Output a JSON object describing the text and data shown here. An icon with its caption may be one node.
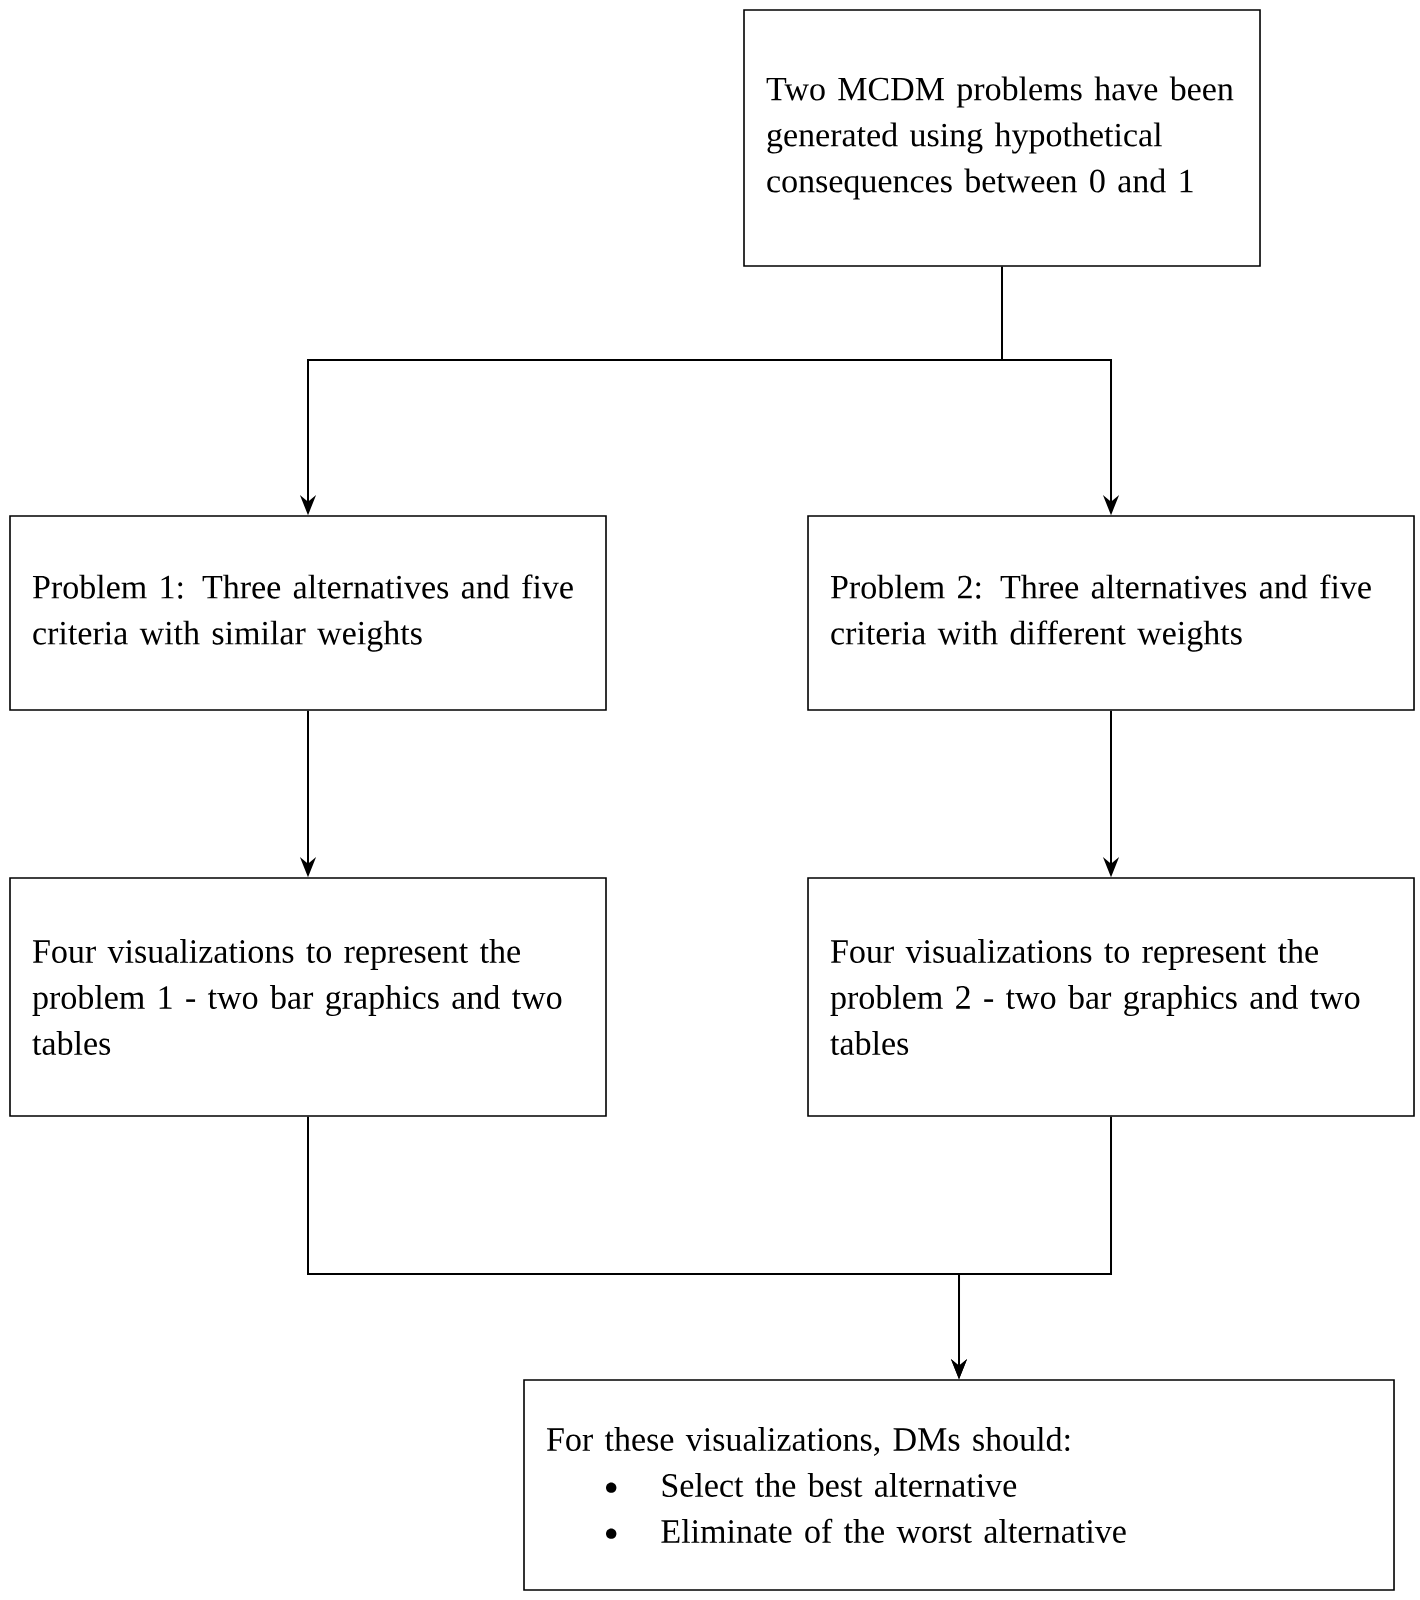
{
  "diagram": {
    "nodes": [
      {
        "text": [
          "Two MCDM problems have been generated using hypothetical consequences between 0 and 1"
        ]
      },
      {
        "text": [
          "Problem 1: Three alternatives and five criteria with similar weights"
        ]
      },
      {
        "text": [
          "Problem 2: Three alternatives and five criteria with different weights"
        ]
      },
      {
        "text": [
          "Four visualizations to represent the problem 1 - two bar graphics and two tables"
        ]
      },
      {
        "text": [
          "Four visualizations to represent the problem 2 - two bar graphics and two tables"
        ]
      },
      {
        "text": [
          "For these visualizations, DMs should:",
          "Select the best alternative",
          "Eliminate of the worst alternative"
        ]
      }
    ],
    "edges": [
      {
        "from": 0,
        "to": 1,
        "arrow": "to"
      },
      {
        "from": 0,
        "to": 2,
        "arrow": "to"
      },
      {
        "from": 1,
        "to": 3,
        "arrow": "to"
      },
      {
        "from": 2,
        "to": 4,
        "arrow": "to"
      },
      {
        "from": 3,
        "to": 5,
        "arrow": "to"
      },
      {
        "from": 4,
        "to": 5,
        "arrow": "to"
      }
    ]
  }
}
